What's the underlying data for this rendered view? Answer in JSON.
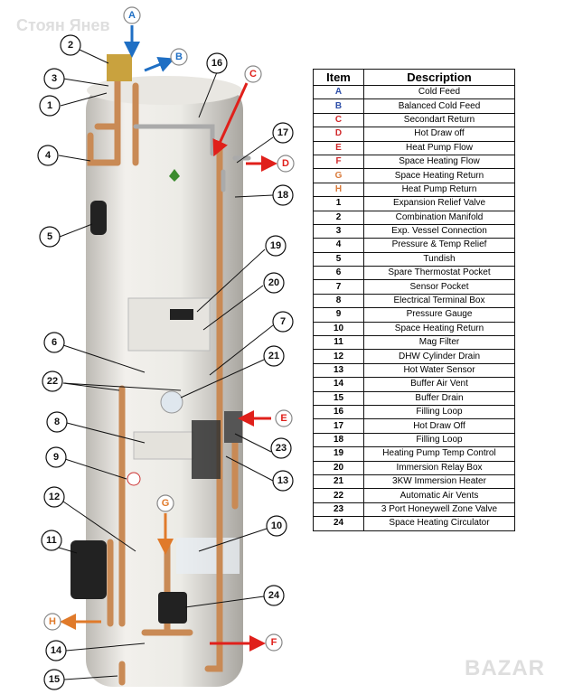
{
  "watermarks": {
    "author": "Стоян Янев",
    "site": "BAZAR"
  },
  "colors": {
    "blue": "#1f6fc4",
    "red": "#e0201b",
    "orange": "#e07a2a",
    "copper": "#c98a55"
  },
  "table": {
    "headers": {
      "item": "Item",
      "description": "Description"
    },
    "rows": [
      {
        "item": "A",
        "description": "Cold Feed",
        "color": "#2e4fa8"
      },
      {
        "item": "B",
        "description": "Balanced Cold Feed",
        "color": "#2e4fa8"
      },
      {
        "item": "C",
        "description": "Secondart Return",
        "color": "#d0282a"
      },
      {
        "item": "D",
        "description": "Hot Draw off",
        "color": "#d0282a"
      },
      {
        "item": "E",
        "description": "Heat Pump Flow",
        "color": "#d0282a"
      },
      {
        "item": "F",
        "description": "Space Heating Flow",
        "color": "#d0282a"
      },
      {
        "item": "G",
        "description": "Space Heating Return",
        "color": "#d97a3a"
      },
      {
        "item": "H",
        "description": "Heat Pump Return",
        "color": "#d97a3a"
      },
      {
        "item": "1",
        "description": "Expansion Relief Valve"
      },
      {
        "item": "2",
        "description": "Combination Manifold"
      },
      {
        "item": "3",
        "description": "Exp. Vessel Connection"
      },
      {
        "item": "4",
        "description": "Pressure & Temp Relief"
      },
      {
        "item": "5",
        "description": "Tundish"
      },
      {
        "item": "6",
        "description": "Spare Thermostat Pocket"
      },
      {
        "item": "7",
        "description": "Sensor Pocket"
      },
      {
        "item": "8",
        "description": "Electrical Terminal Box"
      },
      {
        "item": "9",
        "description": "Pressure Gauge"
      },
      {
        "item": "10",
        "description": "Space Heating Return"
      },
      {
        "item": "11",
        "description": "Mag Filter"
      },
      {
        "item": "12",
        "description": "DHW Cylinder Drain"
      },
      {
        "item": "13",
        "description": "Hot Water Sensor"
      },
      {
        "item": "14",
        "description": "Buffer Air Vent"
      },
      {
        "item": "15",
        "description": "Buffer Drain"
      },
      {
        "item": "16",
        "description": "Filling Loop"
      },
      {
        "item": "17",
        "description": "Hot Draw Off"
      },
      {
        "item": "18",
        "description": "Filling Loop"
      },
      {
        "item": "19",
        "description": "Heating Pump Temp Control"
      },
      {
        "item": "20",
        "description": "Immersion Relay Box"
      },
      {
        "item": "21",
        "description": "3KW Immersion Heater"
      },
      {
        "item": "22",
        "description": "Automatic Air Vents"
      },
      {
        "item": "23",
        "description": "3 Port Honeywell Zone Valve"
      },
      {
        "item": "24",
        "description": "Space Heating Circulator"
      }
    ]
  },
  "callouts": {
    "A": "A",
    "B": "B",
    "C": "C",
    "D": "D",
    "E": "E",
    "F": "F",
    "G": "G",
    "H": "H",
    "n1": "1",
    "n2": "2",
    "n3": "3",
    "n4": "4",
    "n5": "5",
    "n6": "6",
    "n7": "7",
    "n8": "8",
    "n9": "9",
    "n10": "10",
    "n11": "11",
    "n12": "12",
    "n13": "13",
    "n14": "14",
    "n15": "15",
    "n16": "16",
    "n17": "17",
    "n18": "18",
    "n19": "19",
    "n20": "20",
    "n21": "21",
    "n22": "22",
    "n23": "23",
    "n24": "24"
  }
}
